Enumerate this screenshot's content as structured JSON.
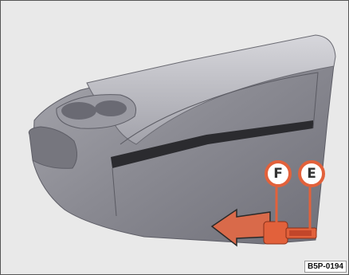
{
  "figure": {
    "code": "B5P-0194",
    "callouts": {
      "f": "F",
      "e": "E"
    }
  },
  "colors": {
    "background": "#e9e9e9",
    "accent": "#e2613b",
    "console": "#8c8c94"
  }
}
